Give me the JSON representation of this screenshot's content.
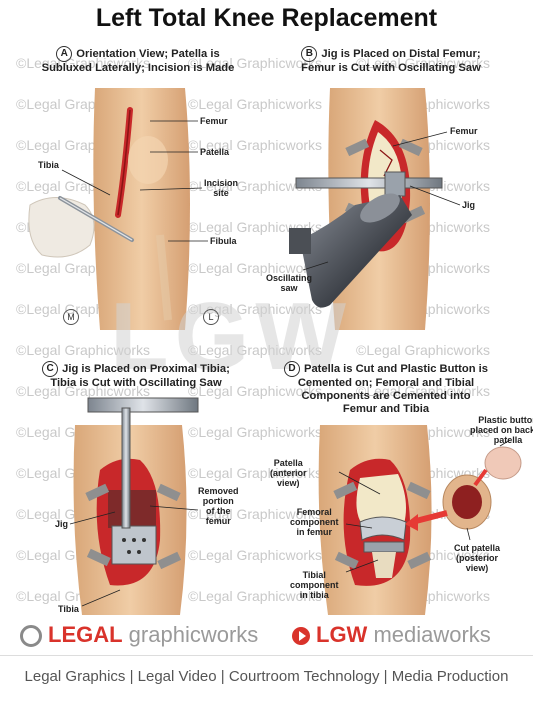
{
  "title": "Left Total Knee Replacement",
  "watermark": "©Legal Graphicworks",
  "panels": {
    "a": {
      "letter": "A",
      "heading_line1": "Orientation View; Patella is",
      "heading_line2": "Subluxed Laterally; Incision is Made"
    },
    "b": {
      "letter": "B",
      "heading_line1": "Jig is Placed on Distal Femur;",
      "heading_line2": "Femur is Cut with Oscillating Saw"
    },
    "c": {
      "letter": "C",
      "heading_line1": "Jig is Placed on Proximal Tibia;",
      "heading_line2": "Tibia is Cut with Oscillating Saw"
    },
    "d": {
      "letter": "D",
      "heading_line1": "Patella is Cut and Plastic Button is",
      "heading_line2": "Cemented on; Femoral and Tibial",
      "heading_line3": "Components are Cemented into",
      "heading_line4": "Femur and Tibia"
    }
  },
  "labels": {
    "a_femur": "Femur",
    "a_patella": "Patella",
    "a_tibia": "Tibia",
    "a_incision_1": "Incision",
    "a_incision_2": "site",
    "a_fibula": "Fibula",
    "b_femur": "Femur",
    "b_jig": "Jig",
    "b_saw_1": "Oscillating",
    "b_saw_2": "saw",
    "c_removed_1": "Removed",
    "c_removed_2": "portion",
    "c_removed_3": "of the",
    "c_removed_4": "femur",
    "c_jig": "Jig",
    "c_tibia": "Tibia",
    "d_button_1": "Plastic button",
    "d_button_2": "placed on back of",
    "d_button_3": "patella",
    "d_patella_1": "Patella",
    "d_patella_2": "(anterior",
    "d_patella_3": "view)",
    "d_femoral_1": "Femoral",
    "d_femoral_2": "component",
    "d_femoral_3": "in femur",
    "d_tibial_1": "Tibial",
    "d_tibial_2": "component",
    "d_tibial_3": "in tibia",
    "d_cut_1": "Cut patella",
    "d_cut_2": "(posterior",
    "d_cut_3": "view)"
  },
  "orientation": {
    "medial": "M",
    "lateral": "L"
  },
  "logo_watermark": "LGW",
  "footer": {
    "brand1_legal": "LEGAL",
    "brand1_rest": " graphicworks",
    "brand2_lgw": "LGW",
    "brand2_rest": " mediaworks",
    "tagline": "Legal Graphics | Legal Video | Courtroom Technology | Media Production"
  },
  "colors": {
    "brand_red": "#d9332b",
    "brand_gray": "#9a9a9a",
    "skin": "#e8bf96",
    "wound": "#c8282a",
    "metal": "#a9b0b8"
  }
}
